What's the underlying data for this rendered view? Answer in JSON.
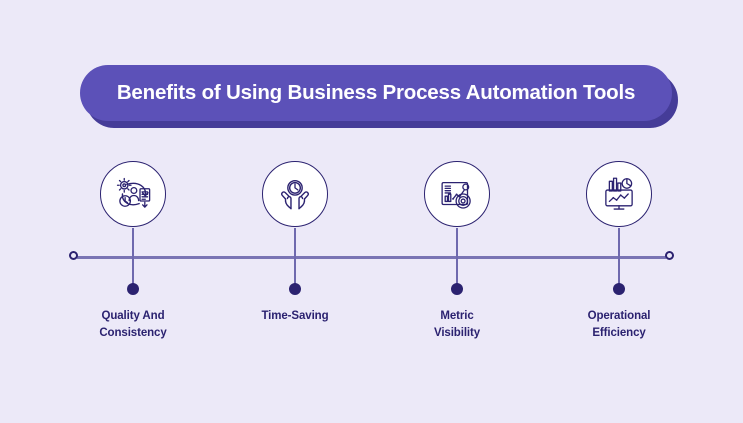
{
  "background_color": "#ece9f8",
  "banner": {
    "title": "Benefits of Using Business Process Automation Tools",
    "fill_color": "#5c51b8",
    "shadow_color": "#453c98",
    "text_color": "#ffffff"
  },
  "timeline": {
    "line_color": "#7a74b4",
    "endpoint_color": "#2b2270",
    "left_endpoint": "circle-endpoint-left",
    "right_endpoint": "circle-endpoint-right"
  },
  "accent_colors": {
    "icon_stroke": "#2b2270",
    "stem": "#6f69ae",
    "label_text": "#2b2270",
    "circle_fill": "#ffffff"
  },
  "nodes": [
    {
      "icon": "process-gears-person-document-icon",
      "label_line1": "Quality And",
      "label_line2": "Consistency"
    },
    {
      "icon": "hands-holding-clock-icon",
      "label_line1": "Time-Saving",
      "label_line2": ""
    },
    {
      "icon": "dashboard-chart-target-icon",
      "label_line1": "Metric",
      "label_line2": "Visibility"
    },
    {
      "icon": "monitor-analytics-icon",
      "label_line1": "Operational",
      "label_line2": "Efficiency"
    }
  ]
}
